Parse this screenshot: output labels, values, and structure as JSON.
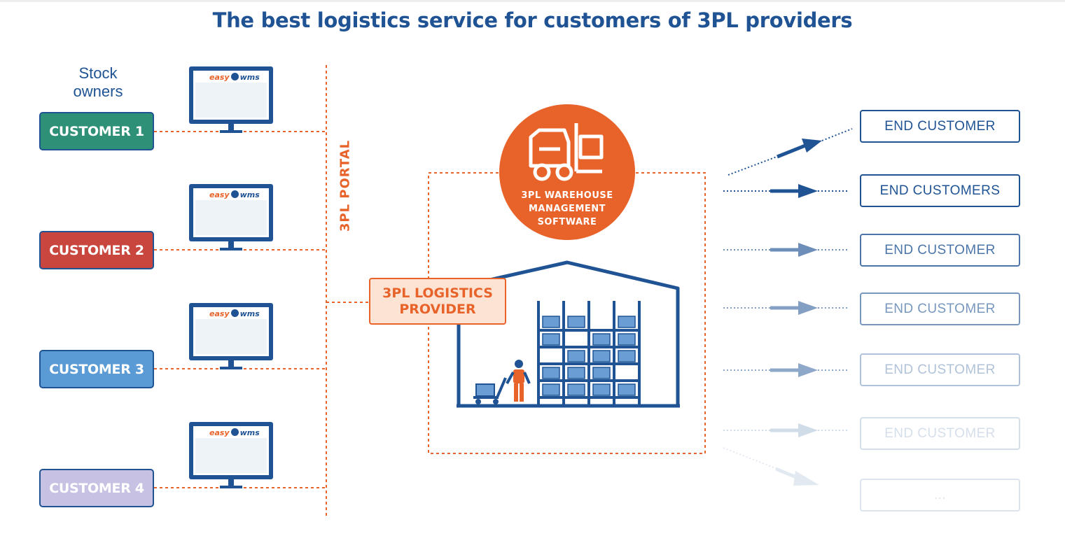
{
  "title": "The best logistics service for customers of 3PL providers",
  "stock_owners_label": "Stock\nowners",
  "customers": [
    {
      "label": "CUSTOMER 1",
      "color": "#2e9077"
    },
    {
      "label": "CUSTOMER 2",
      "color": "#c8463e"
    },
    {
      "label": "CUSTOMER 3",
      "color": "#5b9bd5"
    },
    {
      "label": "CUSTOMER 4",
      "color": "#c7c2e3"
    }
  ],
  "monitor_logo": {
    "left": "easy",
    "right": "wms"
  },
  "portal_label": "3PL PORTAL",
  "provider_label": "3PL LOGISTICS\nPROVIDER",
  "wms_label": "3PL WAREHOUSE\nMANAGEMENT\nSOFTWARE",
  "end_customers": [
    {
      "label": "END CUSTOMER",
      "opacity": 1.0
    },
    {
      "label": "END CUSTOMERS",
      "opacity": 1.0
    },
    {
      "label": "END CUSTOMER",
      "opacity": 0.8
    },
    {
      "label": "END CUSTOMER",
      "opacity": 0.6
    },
    {
      "label": "END CUSTOMER",
      "opacity": 0.35
    },
    {
      "label": "END CUSTOMER",
      "opacity": 0.18
    },
    {
      "label": "...",
      "opacity": 0.15
    }
  ],
  "colors": {
    "brand_blue": "#1f5394",
    "accent_orange": "#e8632a"
  },
  "icons": [
    "monitor-icon",
    "forklift-icon",
    "warehouse-icon",
    "shelving-icon",
    "worker-icon",
    "hand-truck-icon",
    "arrow-right-icon"
  ]
}
